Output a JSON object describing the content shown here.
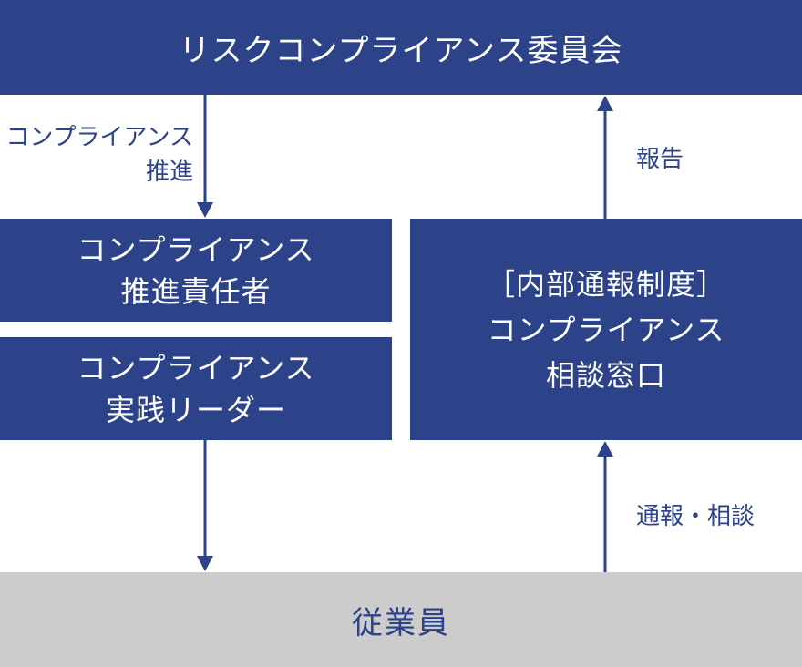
{
  "committee": {
    "label": "リスクコンプライアンス委員会"
  },
  "promotion_lead": {
    "line1": "コンプライアンス",
    "line2": "推進責任者"
  },
  "practice_lead": {
    "line1": "コンプライアンス",
    "line2": "実践リーダー"
  },
  "hotline": {
    "line1": "［内部通報制度］",
    "line2": "コンプライアンス",
    "line3": "相談窓口"
  },
  "employees": {
    "label": "従業員"
  },
  "arrow_labels": {
    "promotion_line1": "コンプライアンス",
    "promotion_line2": "推進",
    "report": "報告",
    "report_consult": "通報・相談"
  },
  "colors": {
    "primary": "#2c4289",
    "employee_bg": "#cccccc",
    "text_on_primary": "#ffffff"
  }
}
